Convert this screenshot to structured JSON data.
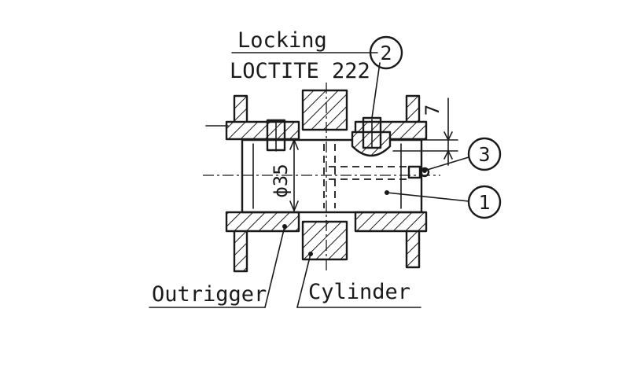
{
  "labels": {
    "locking": "Locking",
    "loctite": "LOCTITE 222",
    "outrigger": "Outrigger",
    "cylinder": "Cylinder"
  },
  "callouts": [
    "1",
    "2",
    "3"
  ],
  "dimensions": {
    "diameter": "ϕ35",
    "offset": "7"
  }
}
